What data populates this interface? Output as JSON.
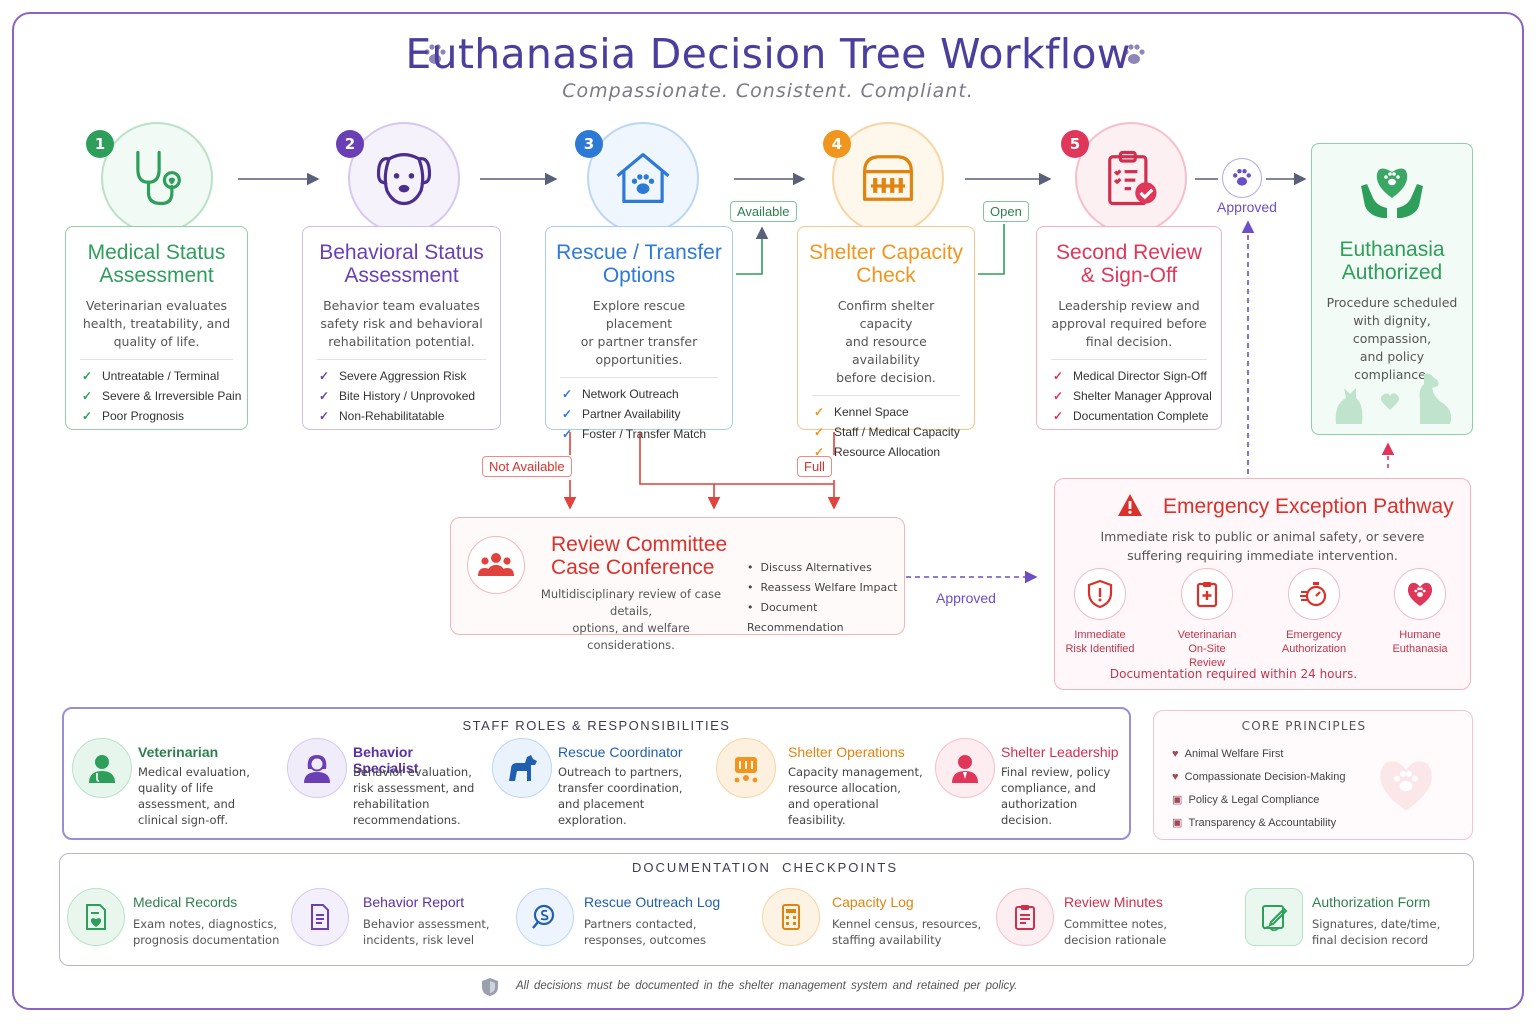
{
  "header": {
    "title": "Euthanasia Decision Tree Workflow",
    "subtitle": "Compassionate. Consistent. Compliant."
  },
  "steps": [
    {
      "number": "1",
      "icon": "stethoscope-icon",
      "color": "#2e9e5b",
      "title_line1": "Medical Status",
      "title_line2": "Assessment",
      "desc_line1": "Veterinarian evaluates",
      "desc_line2": "health, treatability, and",
      "desc_line3": "quality of life.",
      "items": [
        "Untreatable / Terminal",
        "Severe & Irreversible Pain",
        "Poor Prognosis"
      ]
    },
    {
      "number": "2",
      "icon": "dog-face-icon",
      "color": "#6a3fb5",
      "title_line1": "Behavioral Status",
      "title_line2": "Assessment",
      "desc_line1": "Behavior team evaluates",
      "desc_line2": "safety risk and behavioral",
      "desc_line3": "rehabilitation potential.",
      "items": [
        "Severe Aggression Risk",
        "Bite History / Unprovoked",
        "Non-Rehabilitatable"
      ]
    },
    {
      "number": "3",
      "icon": "house-paw-icon",
      "color": "#2c7ad6",
      "title_line1": "Rescue / Transfer",
      "title_line2": "Options",
      "desc_line1": "Explore rescue placement",
      "desc_line2": "or partner transfer",
      "desc_line3": "opportunities.",
      "items": [
        "Network Outreach",
        "Partner Availability",
        "Foster / Transfer Match"
      ]
    },
    {
      "number": "4",
      "icon": "kennel-crate-icon",
      "color": "#f0961e",
      "title_line1": "Shelter Capacity",
      "title_line2": "Check",
      "desc_line1": "Confirm shelter capacity",
      "desc_line2": "and resource availability",
      "desc_line3": "before decision.",
      "items": [
        "Kennel Space",
        "Staff / Medical Capacity",
        "Resource Allocation"
      ]
    },
    {
      "number": "5",
      "icon": "clipboard-check-icon",
      "color": "#e0365a",
      "title_line1": "Second Review",
      "title_line2": "& Sign-Off",
      "desc_line1": "Leadership review and",
      "desc_line2": "approval required before",
      "desc_line3": "final decision.",
      "items": [
        "Medical Director Sign-Off",
        "Shelter Manager Approval",
        "Documentation Complete"
      ]
    }
  ],
  "final": {
    "title_line1": "Euthanasia",
    "title_line2": "Authorized",
    "desc_line1": "Procedure scheduled",
    "desc_line2": "with dignity, compassion,",
    "desc_line3": "and policy compliance.",
    "icon": "hands-heart-icon"
  },
  "labels": {
    "available": "Available",
    "open": "Open",
    "not_available": "Not Available",
    "full": "Full",
    "approved_top": "Approved",
    "approved_mid": "Approved"
  },
  "committee": {
    "title_line1": "Review Committee",
    "title_line2": "Case Conference",
    "desc_line1": "Multidisciplinary review of case details,",
    "desc_line2": "options, and welfare considerations.",
    "bullets": [
      "Discuss Alternatives",
      "Reassess Welfare Impact",
      "Document Recommendation"
    ]
  },
  "emergency": {
    "title": "Emergency Exception Pathway",
    "desc_line1": "Immediate risk to public or animal safety, or severe",
    "desc_line2": "suffering requiring immediate intervention.",
    "steps": [
      {
        "l1": "Immediate",
        "l2": "Risk Identified"
      },
      {
        "l1": "Veterinarian",
        "l2": "On-Site Review"
      },
      {
        "l1": "Emergency",
        "l2": "Authorization"
      },
      {
        "l1": "Humane",
        "l2": "Euthanasia"
      }
    ],
    "note": "Documentation required within 24 hours."
  },
  "roles": {
    "heading": "STAFF ROLES & RESPONSIBILITIES",
    "items": [
      {
        "title": "Veterinarian",
        "color": "#2e9e5b",
        "d1": "Medical evaluation,",
        "d2": "quality of life",
        "d3": "assessment, and",
        "d4": "clinical sign-off."
      },
      {
        "title": "Behavior Specialist",
        "color": "#6a3fb5",
        "d1": "Behavior evaluation,",
        "d2": "risk assessment, and",
        "d3": "rehabilitation",
        "d4": "recommendations."
      },
      {
        "title": "Rescue Coordinator",
        "color": "#2c7ad6",
        "d1": "Outreach to partners,",
        "d2": "transfer coordination,",
        "d3": "and placement",
        "d4": "exploration."
      },
      {
        "title": "Shelter Operations",
        "color": "#f0961e",
        "d1": "Capacity management,",
        "d2": "resource allocation,",
        "d3": "and operational",
        "d4": "feasibility."
      },
      {
        "title": "Shelter Leadership",
        "color": "#e0365a",
        "d1": "Final review, policy",
        "d2": "compliance, and",
        "d3": "authorization",
        "d4": "decision."
      }
    ]
  },
  "principles": {
    "heading": "CORE PRINCIPLES",
    "items": [
      "Animal Welfare First",
      "Compassionate Decision-Making",
      "Policy & Legal Compliance",
      "Transparency & Accountability"
    ]
  },
  "docs": {
    "heading": "DOCUMENTATION  CHECKPOINTS",
    "items": [
      {
        "title": "Medical Records",
        "color": "#2e9e5b",
        "d1": "Exam notes, diagnostics,",
        "d2": "prognosis documentation"
      },
      {
        "title": "Behavior Report",
        "color": "#6a3fb5",
        "d1": "Behavior assessment,",
        "d2": "incidents, risk level"
      },
      {
        "title": "Rescue Outreach Log",
        "color": "#2c7ad6",
        "d1": "Partners contacted,",
        "d2": "responses, outcomes"
      },
      {
        "title": "Capacity Log",
        "color": "#f0961e",
        "d1": "Kennel census, resources,",
        "d2": "staffing availability"
      },
      {
        "title": "Review Minutes",
        "color": "#e0365a",
        "d1": "Committee notes,",
        "d2": "decision rationale"
      },
      {
        "title": "Authorization Form",
        "color": "#2e9e5b",
        "d1": "Signatures, date/time,",
        "d2": "final decision record"
      }
    ]
  },
  "footer": {
    "note": "All decisions must be documented in the shelter management system and retained per policy."
  }
}
